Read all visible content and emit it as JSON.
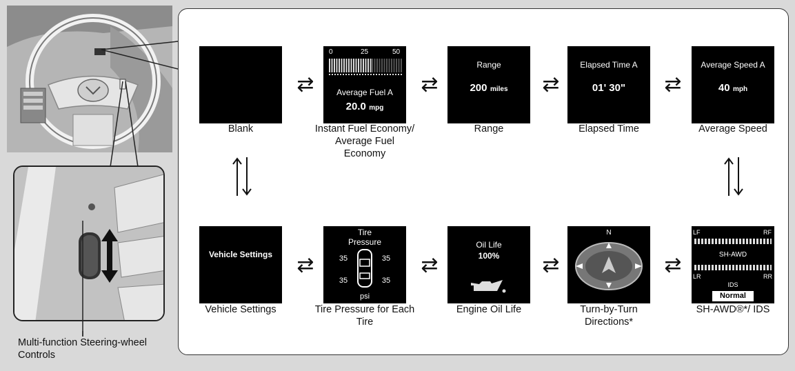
{
  "captions": {
    "steering": "Multi-function Steering-wheel Controls"
  },
  "screens": {
    "blank": {
      "label": "Blank"
    },
    "fuel": {
      "label": "Instant Fuel Economy/ Average Fuel Economy",
      "tick0": "0",
      "tick1": "25",
      "tick2": "50",
      "title": "Average Fuel A",
      "value": "20.0",
      "unit": "mpg"
    },
    "range": {
      "label": "Range",
      "title": "Range",
      "value": "200",
      "unit": "miles"
    },
    "elapsed": {
      "label": "Elapsed Time",
      "title": "Elapsed Time A",
      "value": "01' 30\""
    },
    "speed": {
      "label": "Average Speed",
      "title": "Average Speed A",
      "value": "40",
      "unit": "mph"
    },
    "vehicle": {
      "label": "Vehicle Settings",
      "title": "Vehicle Settings"
    },
    "tire": {
      "label": "Tire Pressure for Each Tire",
      "title": "Tire Pressure",
      "fl": "35",
      "fr": "35",
      "rl": "35",
      "rr": "35",
      "unit": "psi"
    },
    "oil": {
      "label": "Engine Oil Life",
      "title": "Oil Life",
      "value": "100%"
    },
    "turn": {
      "label": "Turn-by-Turn Directions*",
      "compass_n": "N"
    },
    "awd": {
      "label": "SH-AWD®*/ IDS",
      "lf": "LF",
      "rf": "RF",
      "lr": "LR",
      "rr": "RR",
      "center": "SH-AWD",
      "ids": "IDS",
      "mode": "Normal"
    }
  },
  "arrows": {
    "horizontal": "⇄"
  },
  "colors": {
    "screen_bg": "#000000",
    "panel_bg": "#ffffff",
    "page_bg": "#d9d9d9"
  }
}
